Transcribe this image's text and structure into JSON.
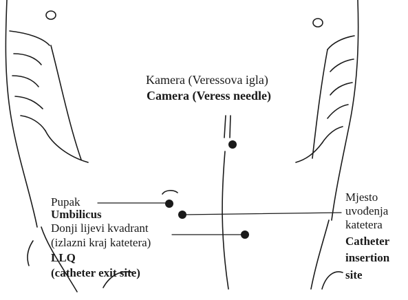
{
  "labels": {
    "camera_hr": "Kamera (Veressova igla)",
    "camera_en": "Camera (Veress needle)",
    "umbilicus_hr": "Pupak",
    "umbilicus_en": "Umbilicus",
    "llq_hr_line1": "Donji lijevi kvadrant",
    "llq_hr_line2": "(izlazni kraj katetera)",
    "llq_en_line1": "LLQ",
    "llq_en_line2": "(catheter exit site)",
    "insertion_hr_line1": "Mjesto",
    "insertion_hr_line2": "uvođenja",
    "insertion_hr_line3": "katetera",
    "insertion_en_line1": "Catheter",
    "insertion_en_line2": "insertion",
    "insertion_en_line3": "site"
  },
  "colors": {
    "ink": "#1a1a1a",
    "background": "#ffffff"
  }
}
